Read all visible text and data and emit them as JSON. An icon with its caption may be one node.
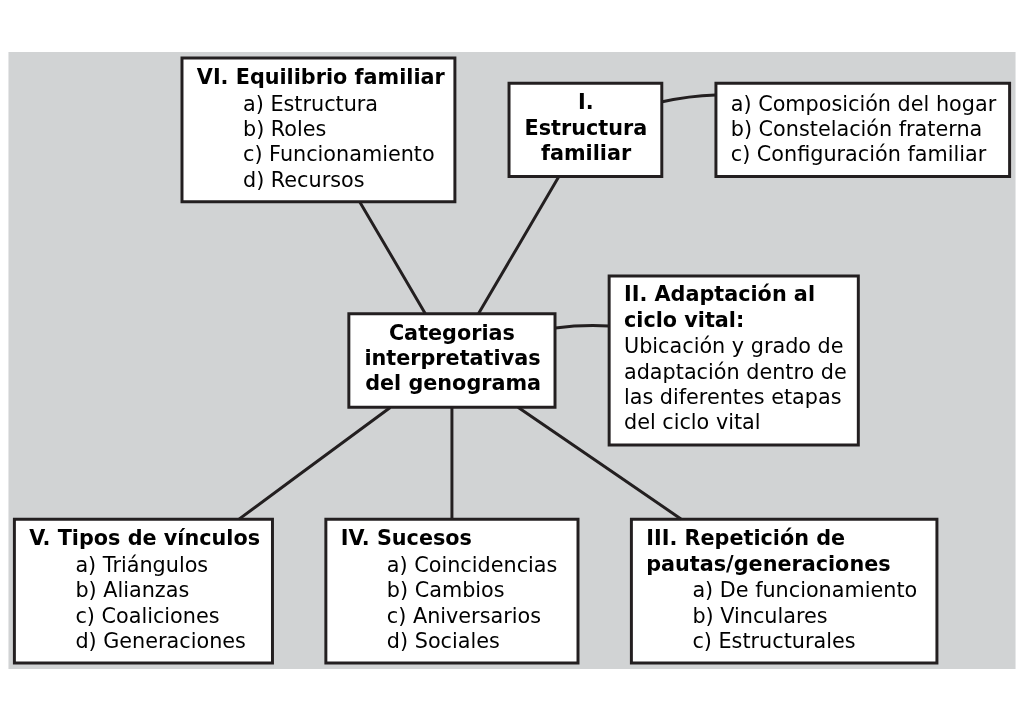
{
  "diagram": {
    "nodes": [
      {
        "text": [
          "VI. Equilibrio familiar",
          "a) Estructura",
          "b) Roles",
          "c) Funcionamiento",
          "d) Recursos"
        ]
      },
      {
        "text": [
          "I. Estructura familiar"
        ]
      },
      {
        "text": [
          "a) Composición del hogar",
          "b) Constelación fraterna",
          "c) Configuración familiar"
        ]
      },
      {
        "text": [
          "Categorias interpretativas del genograma"
        ]
      },
      {
        "text": [
          "II. Adaptación al ciclo vital:",
          "Ubicación y grado de adaptación dentro de las diferentes etapas del ciclo vital"
        ]
      },
      {
        "text": [
          "V. Tipos de vínculos",
          "a) Triángulos",
          "b) Alianzas",
          "c) Coaliciones",
          "d) Generaciones"
        ]
      },
      {
        "text": [
          "IV. Sucesos",
          "a) Coincidencias",
          "b) Cambios",
          "c) Aniversarios",
          "d) Sociales"
        ]
      },
      {
        "text": [
          "III. Repetición de pautas/generaciones",
          "a) De funcionamiento",
          "b) Vinculares",
          "c) Estructurales"
        ]
      }
    ],
    "edges": [
      {
        "from": 3,
        "to": 0,
        "arrow": "none"
      },
      {
        "from": 3,
        "to": 1,
        "arrow": "none"
      },
      {
        "from": 1,
        "to": 2,
        "arrow": "none"
      },
      {
        "from": 3,
        "to": 4,
        "arrow": "none"
      },
      {
        "from": 3,
        "to": 5,
        "arrow": "none"
      },
      {
        "from": 3,
        "to": 6,
        "arrow": "none"
      },
      {
        "from": 3,
        "to": 7,
        "arrow": "none"
      }
    ]
  }
}
